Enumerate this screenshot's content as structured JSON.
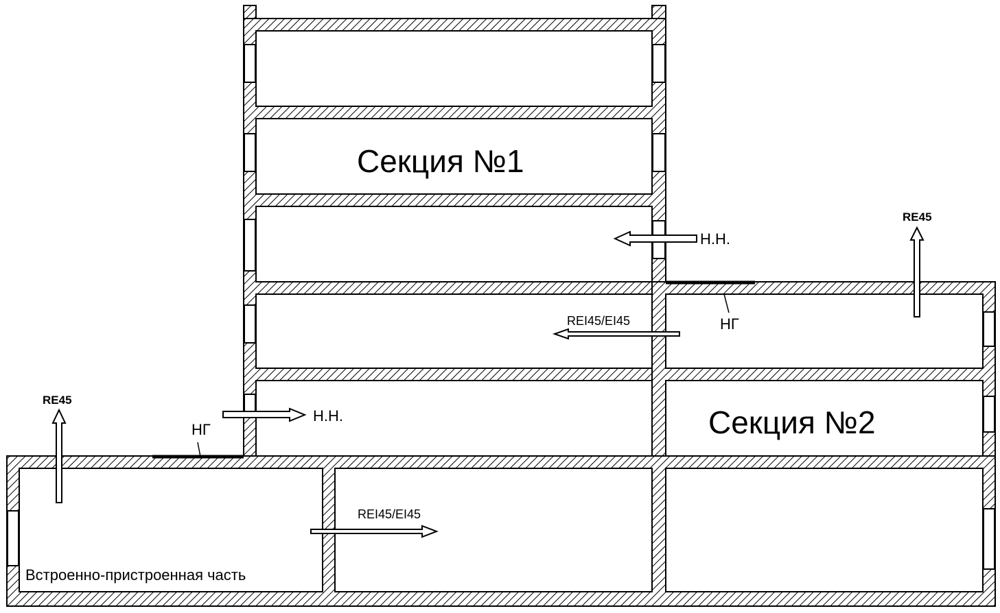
{
  "sections": {
    "section1": "Секция №1",
    "section2": "Секция №2",
    "annex": "Встроенно-пристроенная часть"
  },
  "annotations": {
    "nn_upper": "Н.Н.",
    "nn_lower": "Н.Н.",
    "ng_upper": "НГ",
    "ng_lower": "НГ",
    "rei_upper": "REI45/EI45",
    "rei_lower": "REI45/EI45",
    "re_right": "RE45",
    "re_left": "RE45"
  }
}
